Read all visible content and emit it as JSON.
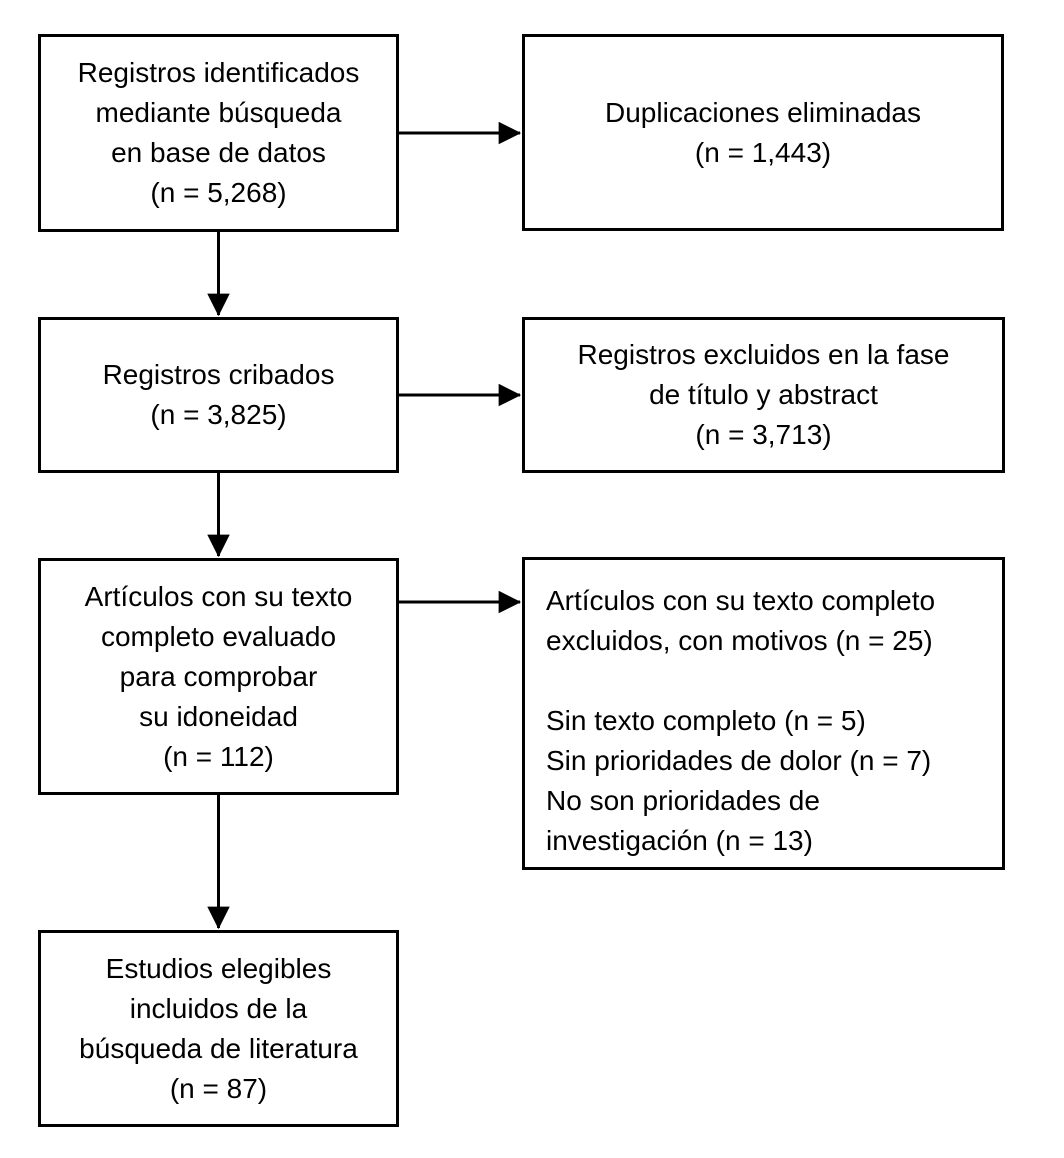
{
  "flowchart": {
    "colors": {
      "line": "#000000",
      "text": "#000000",
      "box_fill": "#ffffff",
      "background": "#ffffff"
    },
    "boxes": {
      "identified": {
        "label": "Registros identificados\nmediante búsqueda\nen base de datos\n(n = 5,268)",
        "n": "5,268"
      },
      "duplicates_removed": {
        "label": "Duplicaciones eliminadas\n(n = 1,443)",
        "n": "1,443"
      },
      "screened": {
        "label": "Registros cribados\n(n = 3,825)",
        "n": "3,825"
      },
      "excluded_title_abstract": {
        "label": "Registros excluidos en la fase\nde título y abstract\n(n = 3,713)",
        "n": "3,713"
      },
      "fulltext_assessed": {
        "label": "Artículos con su texto\ncompleto evaluado\npara comprobar\nsu idoneidad\n(n = 112)",
        "n": "112"
      },
      "fulltext_excluded": {
        "label": "Artículos con su texto completo\nexcluidos, con motivos (n = 25)\n\nSin texto completo (n = 5)\nSin prioridades de dolor (n = 7)\nNo son prioridades de\ninvestigación (n = 13)",
        "n": "25",
        "reasons": [
          {
            "label": "Sin texto completo",
            "n": "5"
          },
          {
            "label": "Sin prioridades de dolor",
            "n": "7"
          },
          {
            "label": "No son prioridades de investigación",
            "n": "13"
          }
        ]
      },
      "included": {
        "label": "Estudios elegibles\nincluidos de la\nbúsqueda de literatura\n(n = 87)",
        "n": "87"
      }
    },
    "edges": [
      {
        "from": "identified",
        "to": "duplicates_removed",
        "direction": "right"
      },
      {
        "from": "identified",
        "to": "screened",
        "direction": "down"
      },
      {
        "from": "screened",
        "to": "excluded_title_abstract",
        "direction": "right"
      },
      {
        "from": "screened",
        "to": "fulltext_assessed",
        "direction": "down"
      },
      {
        "from": "fulltext_assessed",
        "to": "fulltext_excluded",
        "direction": "right"
      },
      {
        "from": "fulltext_assessed",
        "to": "included",
        "direction": "down"
      }
    ]
  }
}
